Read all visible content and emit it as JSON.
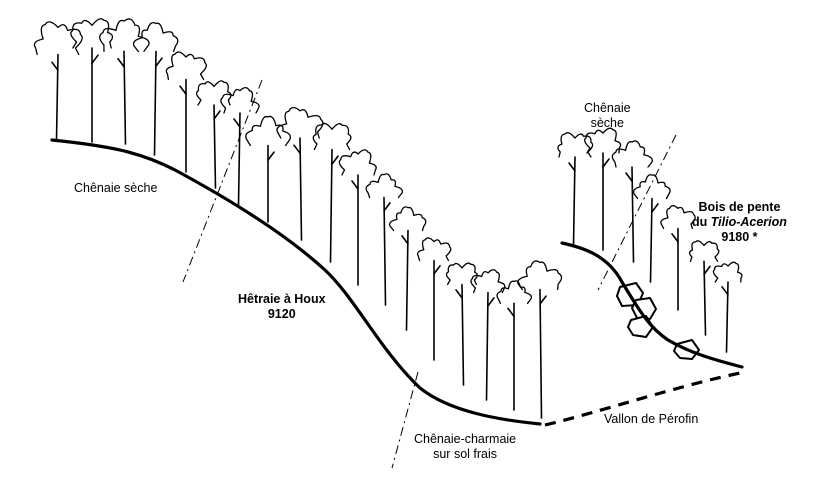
{
  "labels": {
    "chenaie_seche_left": "Chênaie sèche",
    "hetraie_houx": "Hêtraie à Houx",
    "hetraie_code": "9120",
    "chenaie_charmaie_1": "Chênaie-charmaie",
    "chenaie_charmaie_2": "sur sol frais",
    "chenaie_seche_right_1": "Chênaie",
    "chenaie_seche_right_2": "sèche",
    "bois_pente_1": "Bois de pente",
    "bois_pente_2_prefix": "du ",
    "bois_pente_2_italic": "Tilio-Acerion",
    "bois_pente_code": "9180 *",
    "vallon": "Vallon de Pérofin"
  }
}
